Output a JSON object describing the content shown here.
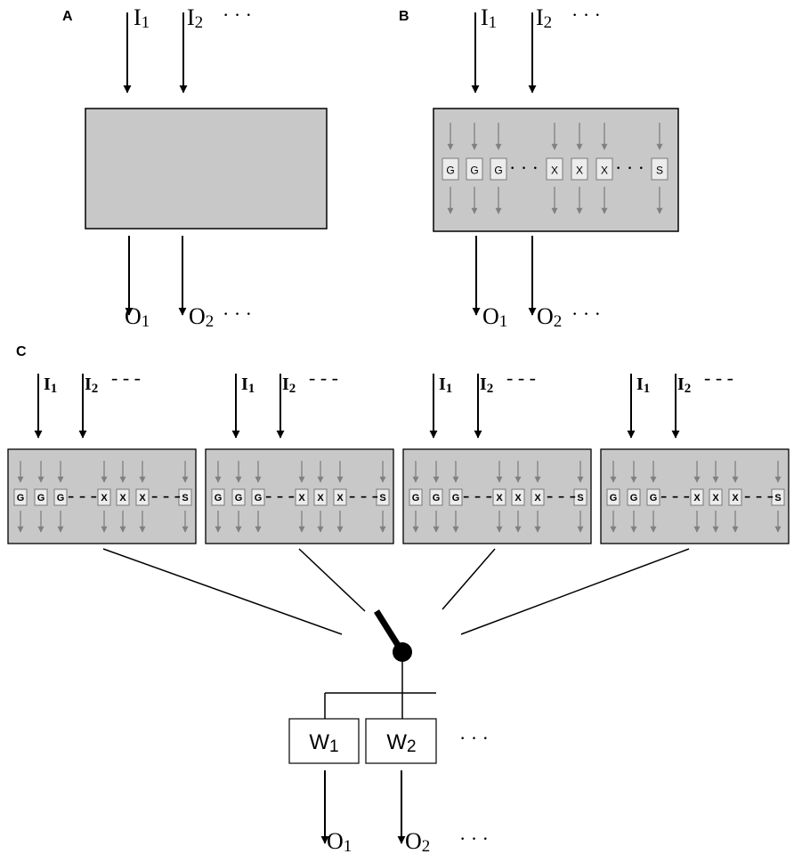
{
  "panels": {
    "a": {
      "label": "A",
      "inputs": [
        "I1",
        "I2"
      ],
      "input_ellipsis": "· · ·",
      "outputs": [
        "O1",
        "O2"
      ],
      "output_ellipsis": "· · ·"
    },
    "b": {
      "label": "B",
      "inputs": [
        "I1",
        "I2"
      ],
      "input_ellipsis": "· · ·",
      "outputs": [
        "O1",
        "O2"
      ],
      "output_ellipsis": "· · ·",
      "gene_letters": [
        "G",
        "G",
        "G",
        "X",
        "X",
        "X",
        "S"
      ],
      "inner_ellipsis": "· · ·"
    },
    "c": {
      "label": "C",
      "module_count": 4,
      "inputs": [
        "I1",
        "I2"
      ],
      "input_ellipsis": "- - -",
      "gene_letters": [
        "G",
        "G",
        "G",
        "X",
        "X",
        "X",
        "S"
      ],
      "inner_ellipsis": "- - -",
      "weights": [
        "W1",
        "W2"
      ],
      "weight_ellipsis": "· · ·",
      "outputs": [
        "O1",
        "O2"
      ],
      "output_ellipsis": "· · ·"
    }
  },
  "colors": {
    "box_fill": "#c8c8c8",
    "chip_fill": "#ececec",
    "gray_arrow": "#808080",
    "black": "#000000"
  }
}
